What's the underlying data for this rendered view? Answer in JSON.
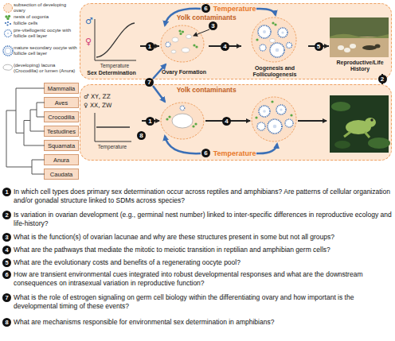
{
  "diagram": {
    "nodes": [
      {
        "text": [
          "Temperature",
          "Yolk contaminants"
        ]
      },
      {
        "text": [
          "♂",
          "♀",
          "Temperature",
          "Sex Determination"
        ],
        "in": 0
      },
      {
        "text": [
          "Ovary Formation"
        ],
        "in": 0
      },
      {
        "text": [
          "Oogenesis and Folliculogenesis"
        ],
        "in": 0
      },
      {
        "text": [
          "Reproductive/Life History"
        ],
        "in": 0
      },
      {
        "text": [
          "Yolk contaminants",
          "Temperature"
        ]
      },
      {
        "text": [
          "♂ XY, ZZ",
          "♀ XX, ZW",
          "Temperature"
        ],
        "in": 5
      },
      {
        "text": [
          "Mammalia"
        ]
      },
      {
        "text": [
          "Aves"
        ]
      },
      {
        "text": [
          "Crocodilia"
        ]
      },
      {
        "text": [
          "Testudines"
        ]
      },
      {
        "text": [
          "Squamata"
        ]
      },
      {
        "text": [
          "Anura"
        ]
      },
      {
        "text": [
          "Caudata"
        ]
      }
    ],
    "edges": [
      {
        "from": 1,
        "to": 2,
        "arrow": "to",
        "label": "1"
      },
      {
        "from": 2,
        "to": 3,
        "arrow": "to",
        "label": "4"
      },
      {
        "from": 3,
        "to": 4,
        "arrow": "to",
        "label": "5"
      },
      {
        "from": 4,
        "to": 5,
        "arrow": "both",
        "label": "2"
      }
    ],
    "labels": [
      "6",
      "3",
      "7",
      "1",
      "4",
      "6",
      "8",
      "1",
      "In which cell types does primary sex determination occur across reptiles and amphibians? Are patterns of cellular organization and/or gonadal structure linked to SDMs across species?",
      "2",
      "Is variation in ovarian development (e.g., germinal nest number) linked to inter-specific differences in reproductive ecology and life-history?",
      "3",
      "What is the function(s) of ovarian lacunae and why are these structures present in some but not all groups?",
      "4",
      "What are the pathways that mediate the mitotic to meiotic transition in reptilian and amphibian germ cells?",
      "5",
      "What are the evolutionary costs and benefits of a regenerating oocyte pool?",
      "6",
      "How are transient environmental cues integrated into robust developmental responses and what are the downstream consequences on intrasexual variation in reproductive function?",
      "7",
      "What is the role of estrogen signaling on germ cell biology within the differentiating ovary and how important is the developmental timing of these events?",
      "8",
      "What are mechanisms responsible for environmental sex determination in amphibians?"
    ],
    "legend": [
      {
        "text": "subsection of developing ovary"
      },
      {
        "text": "nests of oogonia"
      },
      {
        "text": "follicle cells"
      },
      {
        "text": "pre-vitellogenic oocyte with follicle cell layer"
      },
      {
        "text": "mature secondary oocyte with follicle cell layer"
      },
      {
        "text": "(developing) lacuna (Crocodilia) or lumen (Anura)"
      }
    ]
  }
}
